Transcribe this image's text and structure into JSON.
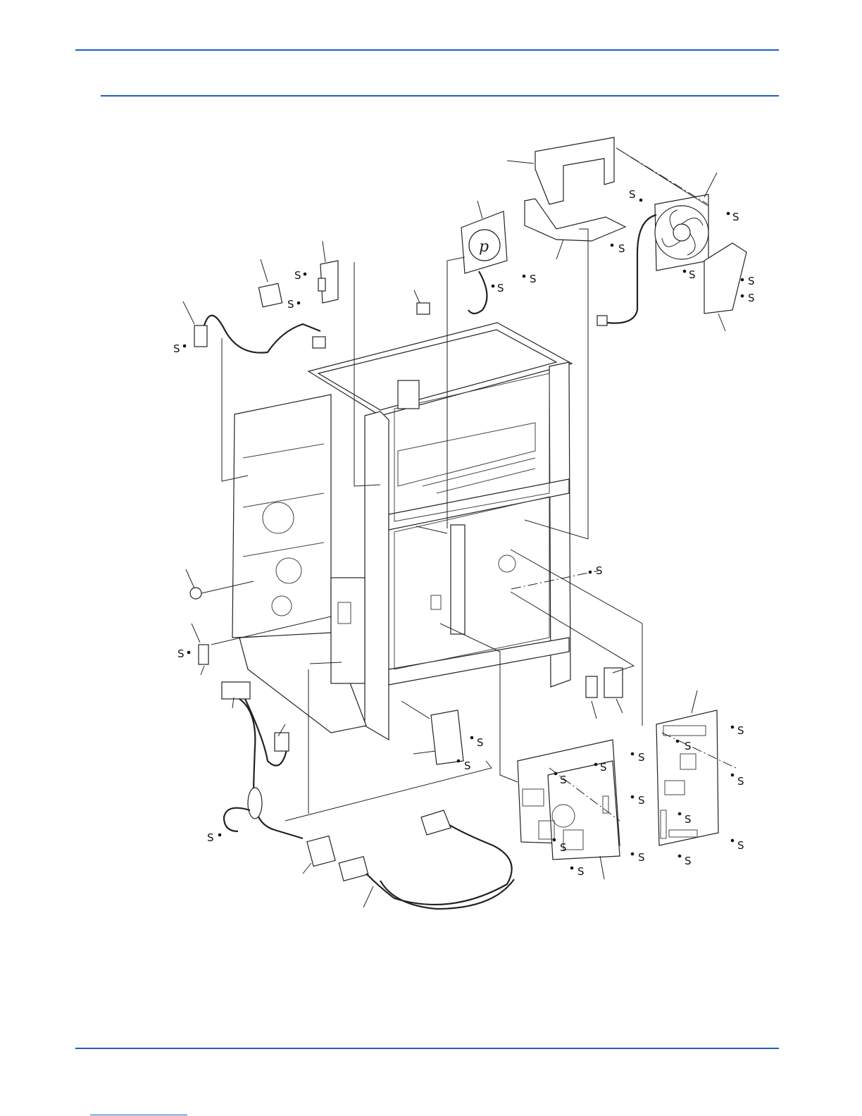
{
  "page": {
    "screw_label": "S",
    "colors": {
      "rule": "#1f5fbf",
      "line_art": "#222222",
      "background": "#ffffff"
    }
  },
  "screws": [
    {
      "id": "fan-duct-left"
    },
    {
      "id": "fan-top"
    },
    {
      "id": "fan-bracket"
    },
    {
      "id": "fan-duct-right-1"
    },
    {
      "id": "fan-duct-right-2"
    },
    {
      "id": "fan-bottom"
    },
    {
      "id": "motor-right"
    },
    {
      "id": "motor-left"
    },
    {
      "id": "switch-top"
    },
    {
      "id": "switch-bottom"
    },
    {
      "id": "harness-left"
    },
    {
      "id": "frame-mid"
    },
    {
      "id": "sensor-left"
    },
    {
      "id": "bracket-1"
    },
    {
      "id": "bracket-2"
    },
    {
      "id": "psu-1"
    },
    {
      "id": "psu-2"
    },
    {
      "id": "psu-3"
    },
    {
      "id": "psu-4"
    },
    {
      "id": "psu-5"
    },
    {
      "id": "psu-6"
    },
    {
      "id": "psu-7"
    },
    {
      "id": "pwb-1"
    },
    {
      "id": "pwb-2"
    },
    {
      "id": "pwb-3"
    },
    {
      "id": "pwb-4"
    },
    {
      "id": "pwb-5"
    },
    {
      "id": "pwb-6"
    },
    {
      "id": "ground"
    }
  ]
}
